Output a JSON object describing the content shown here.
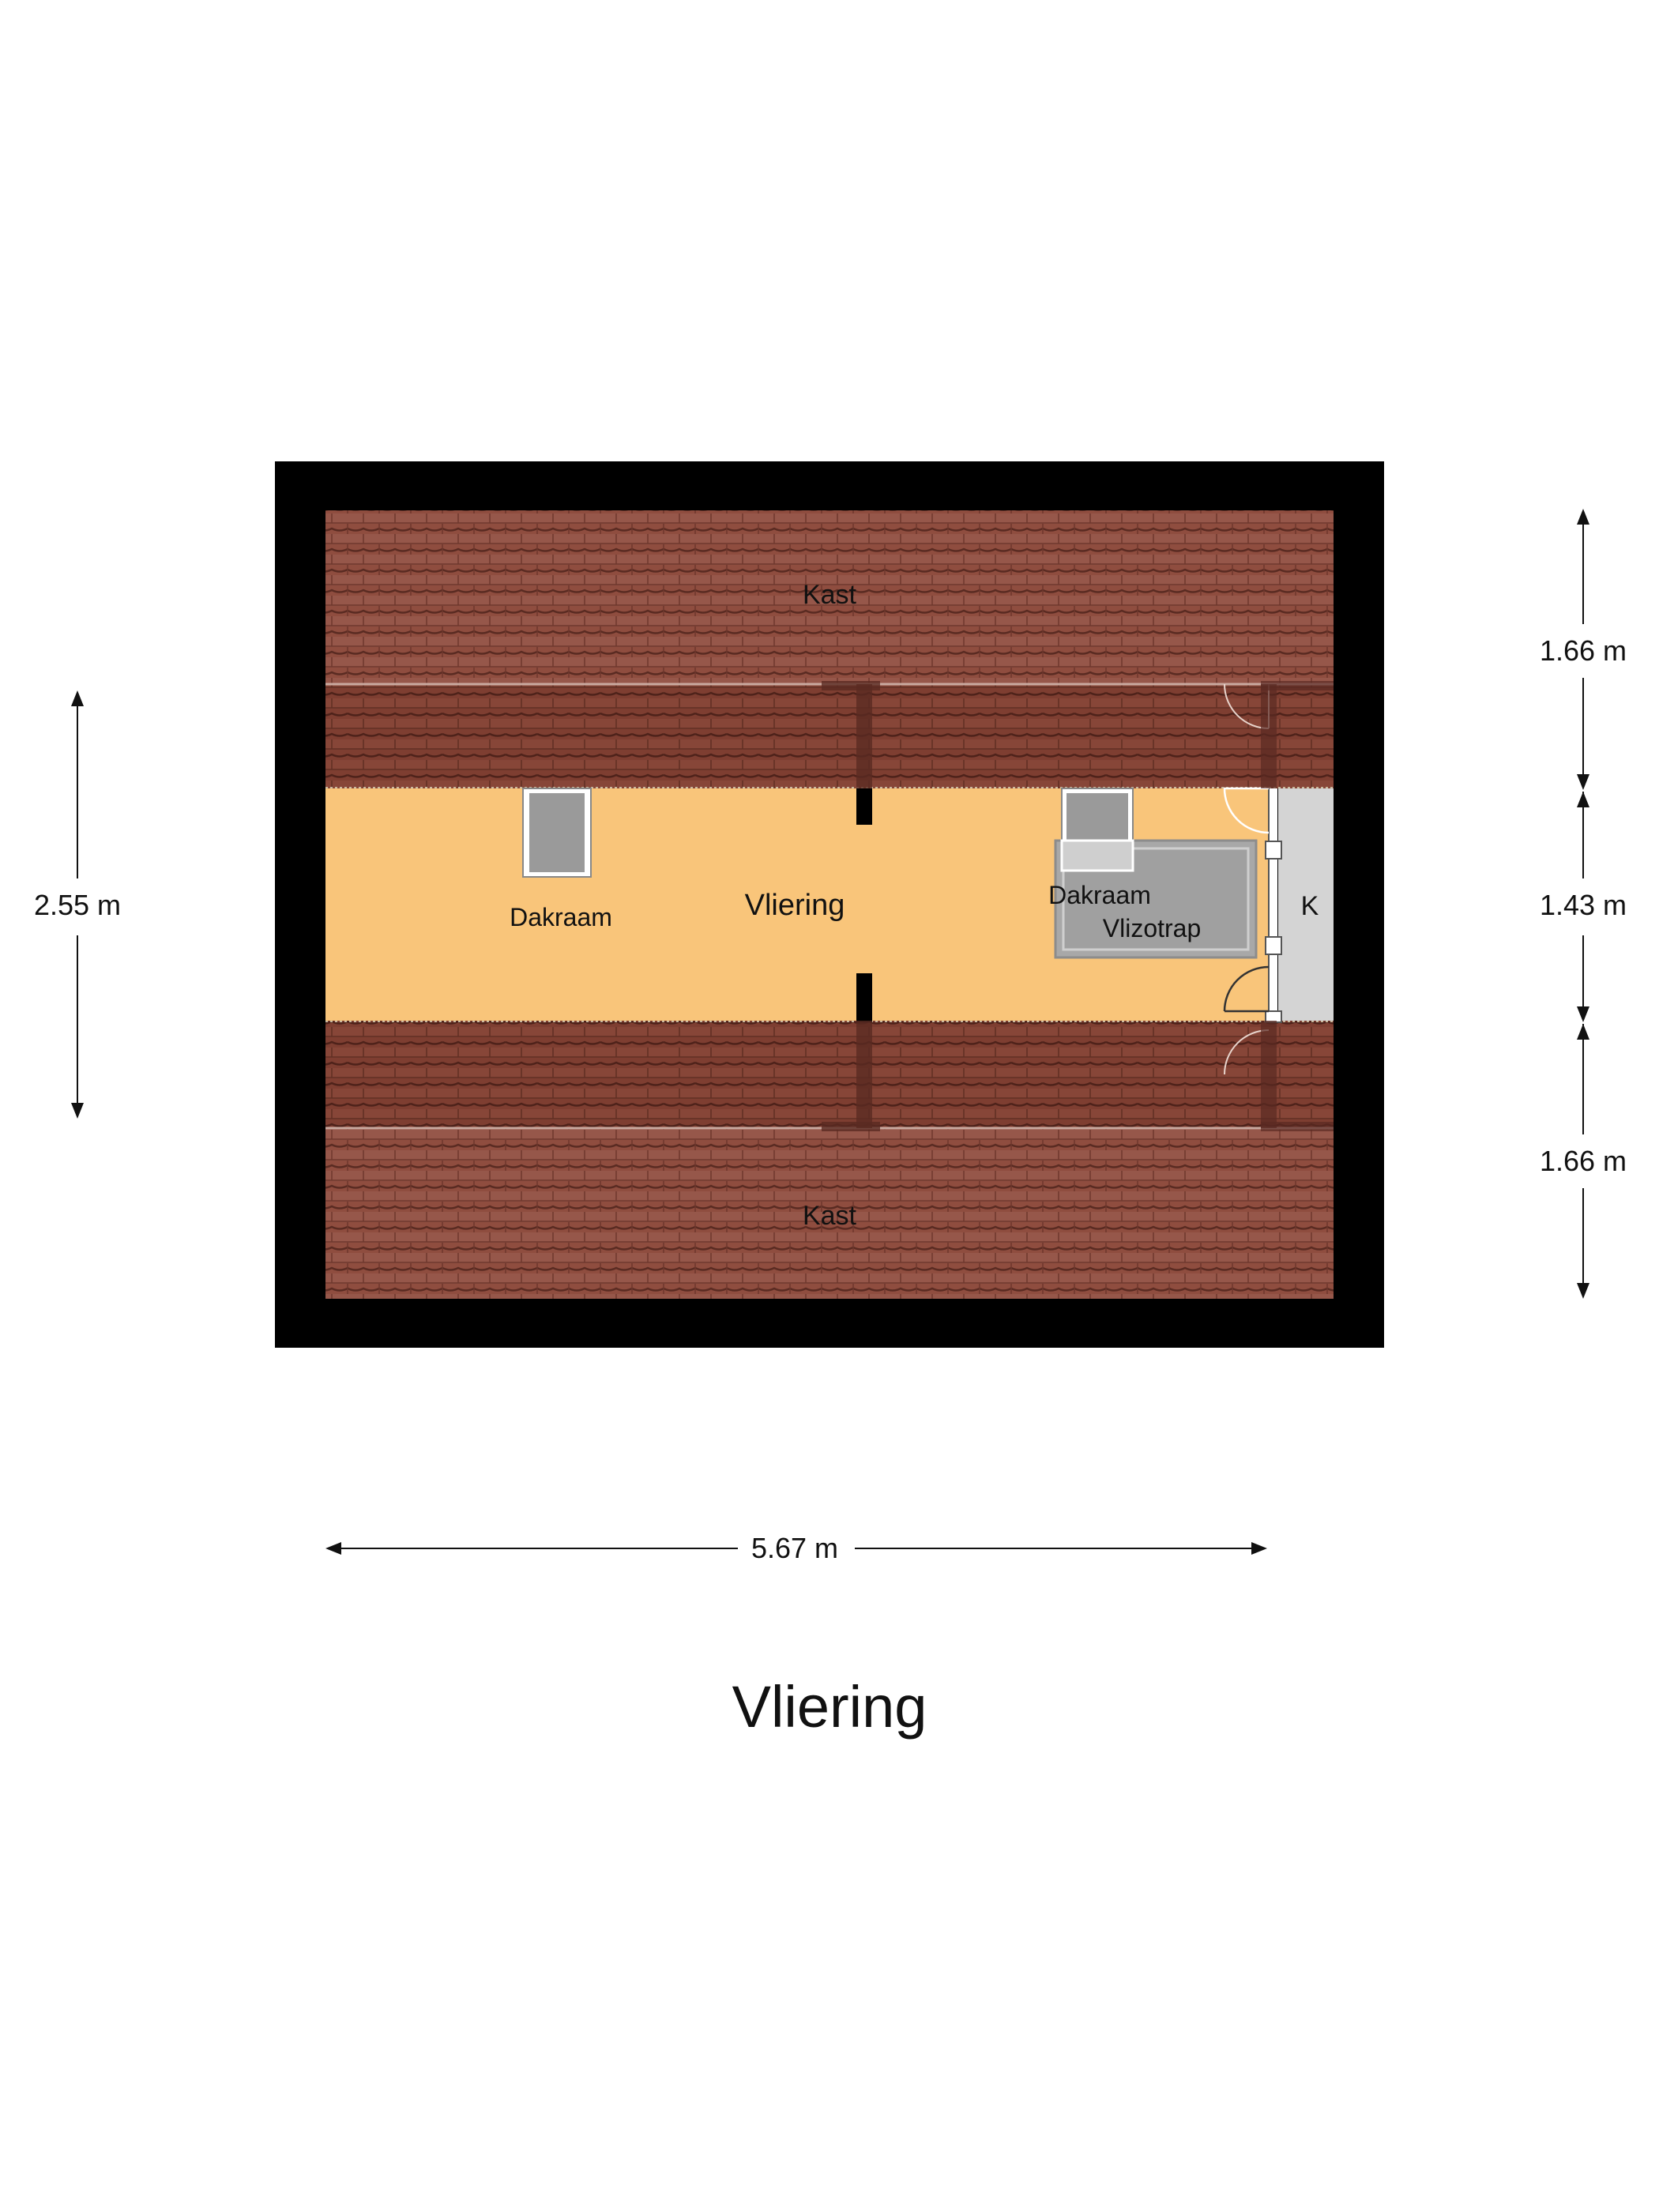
{
  "floor_title": "Vliering",
  "rooms": {
    "kast_top": "Kast",
    "kast_bottom": "Kast",
    "vliering": "Vliering",
    "dakraam_left": "Dakraam",
    "dakraam_right": "Dakraam",
    "vlizotrap": "Vlizotrap",
    "k": "K"
  },
  "dimensions": {
    "width": "5.67 m",
    "height_left": "2.55 m",
    "right_top": "1.66 m",
    "right_middle": "1.43 m",
    "right_bottom": "1.66 m"
  },
  "colors": {
    "wall": "#000000",
    "roof_tiles": "#8a4a3c",
    "attic_floor": "#f9c57a",
    "closet_k": "#d4d4d4",
    "skylight": "#9a9a9a"
  }
}
